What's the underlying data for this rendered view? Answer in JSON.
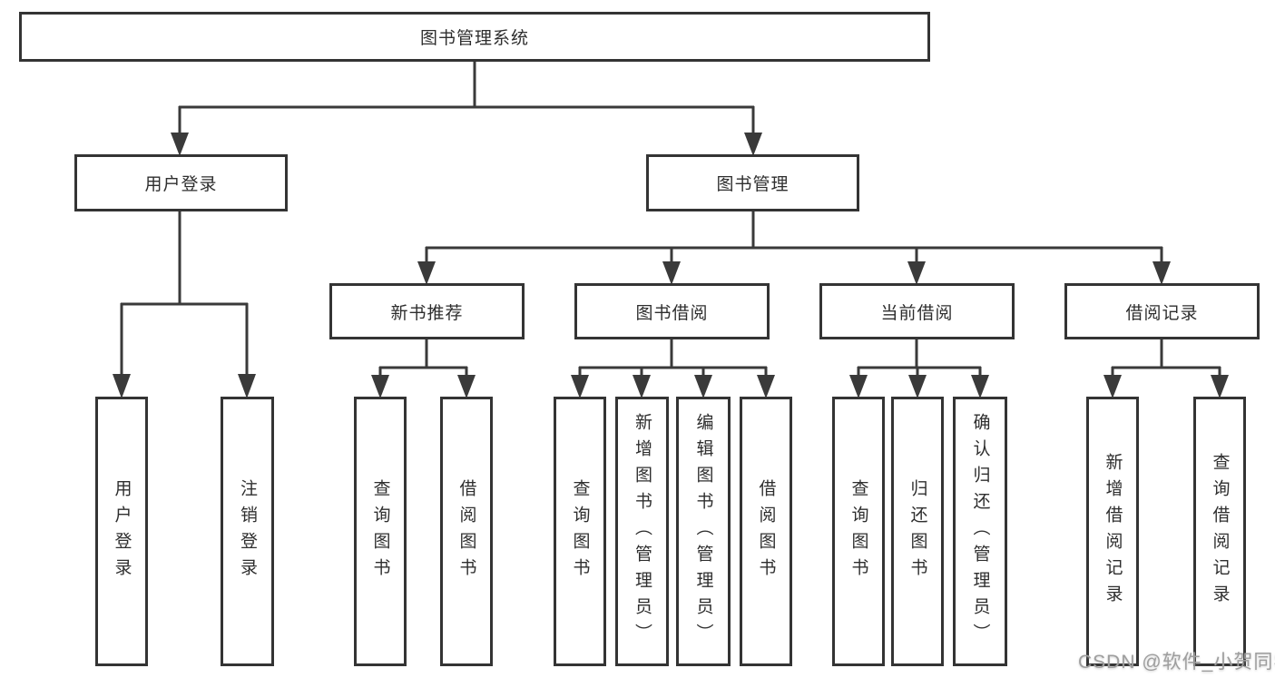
{
  "diagram": {
    "root": {
      "label": "图书管理系统",
      "children": [
        {
          "label": "用户登录",
          "children": [
            {
              "label": "用户登录"
            },
            {
              "label": "注销登录"
            }
          ]
        },
        {
          "label": "图书管理",
          "children": [
            {
              "label": "新书推荐",
              "children": [
                {
                  "label": "查询图书"
                },
                {
                  "label": "借阅图书"
                }
              ]
            },
            {
              "label": "图书借阅",
              "children": [
                {
                  "label": "查询图书"
                },
                {
                  "label": "新增图书（管理员）"
                },
                {
                  "label": "编辑图书（管理员）"
                },
                {
                  "label": "借阅图书"
                }
              ]
            },
            {
              "label": "当前借阅",
              "children": [
                {
                  "label": "查询图书"
                },
                {
                  "label": "归还图书"
                },
                {
                  "label": "确认归还（管理员）"
                }
              ]
            },
            {
              "label": "借阅记录",
              "children": [
                {
                  "label": "新增借阅记录"
                },
                {
                  "label": "查询借阅记录"
                }
              ]
            }
          ]
        }
      ]
    }
  },
  "watermark": {
    "text": "CSDN @软件_小贺同学"
  },
  "colors": {
    "line": "#3a3a3a",
    "box_border": "#343434",
    "text": "#2e2e2e",
    "watermark": "#9e9e9e",
    "background": "#ffffff"
  }
}
